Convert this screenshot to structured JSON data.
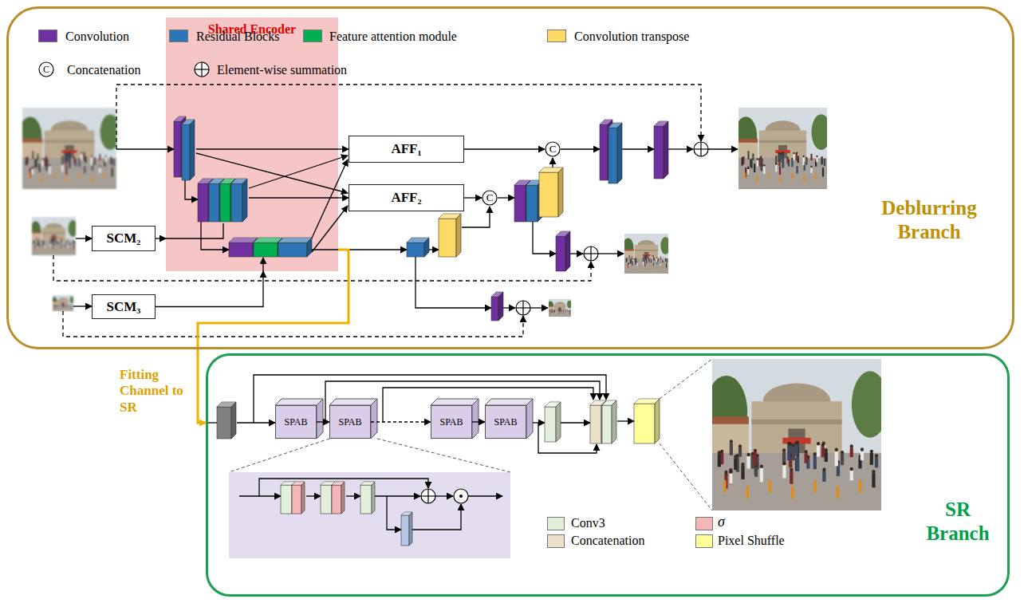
{
  "diagram": {
    "nodes": [
      {
        "text": [
          "Deblurring Branch"
        ]
      },
      {
        "text": [
          "Shared Encoder"
        ],
        "in": 0
      },
      {
        "text": [
          "SCM₂"
        ],
        "in": 0
      },
      {
        "text": [
          "SCM₃"
        ],
        "in": 0
      },
      {
        "text": [
          "AFF₁"
        ],
        "in": 0
      },
      {
        "text": [
          "AFF₂"
        ],
        "in": 0
      },
      {
        "text": [
          "C"
        ],
        "in": 0
      },
      {
        "text": [
          "C"
        ],
        "in": 0
      },
      {
        "text": [
          "SR Branch"
        ]
      },
      {
        "text": [
          "SPAB"
        ],
        "in": 8
      },
      {
        "text": [
          "SPAB"
        ],
        "in": 8
      },
      {
        "text": [
          "SPAB"
        ],
        "in": 8
      },
      {
        "text": [
          "SPAB"
        ],
        "in": 8
      }
    ],
    "edges": [
      {
        "from": 1,
        "to": 4,
        "arrow": "to"
      },
      {
        "from": 1,
        "to": 5,
        "arrow": "to"
      },
      {
        "from": 2,
        "to": 1,
        "arrow": "to"
      },
      {
        "from": 3,
        "to": 1,
        "arrow": "to"
      },
      {
        "from": 4,
        "to": 6,
        "arrow": "to"
      },
      {
        "from": 5,
        "to": 7,
        "arrow": "to"
      },
      {
        "from": 1,
        "to": 8,
        "label": "Fitting Channel to SR",
        "arrow": "to"
      },
      {
        "from": 9,
        "to": 10,
        "arrow": "to"
      },
      {
        "from": 10,
        "to": 11,
        "arrow": "to"
      },
      {
        "from": 11,
        "to": 12,
        "arrow": "to"
      }
    ],
    "labels": [
      "C"
    ],
    "legend": [
      {
        "text": "Convolution",
        "color": "#7030a0"
      },
      {
        "text": "Residual Blocks",
        "color": "#2e75b6"
      },
      {
        "text": "Feature attention module",
        "color": "#00b050"
      },
      {
        "text": "Convolution transpose",
        "color": "#ffd966"
      },
      {
        "text": "Concatenation"
      },
      {
        "text": "Element-wise summation"
      },
      {
        "text": "Conv3",
        "color": "#e2efda"
      },
      {
        "text": "σ",
        "color": "#f4b6b6"
      },
      {
        "text": "Concatenation",
        "color": "#ede0c8"
      },
      {
        "text": "Pixel Shuffle",
        "color": "#ffff99"
      }
    ]
  }
}
